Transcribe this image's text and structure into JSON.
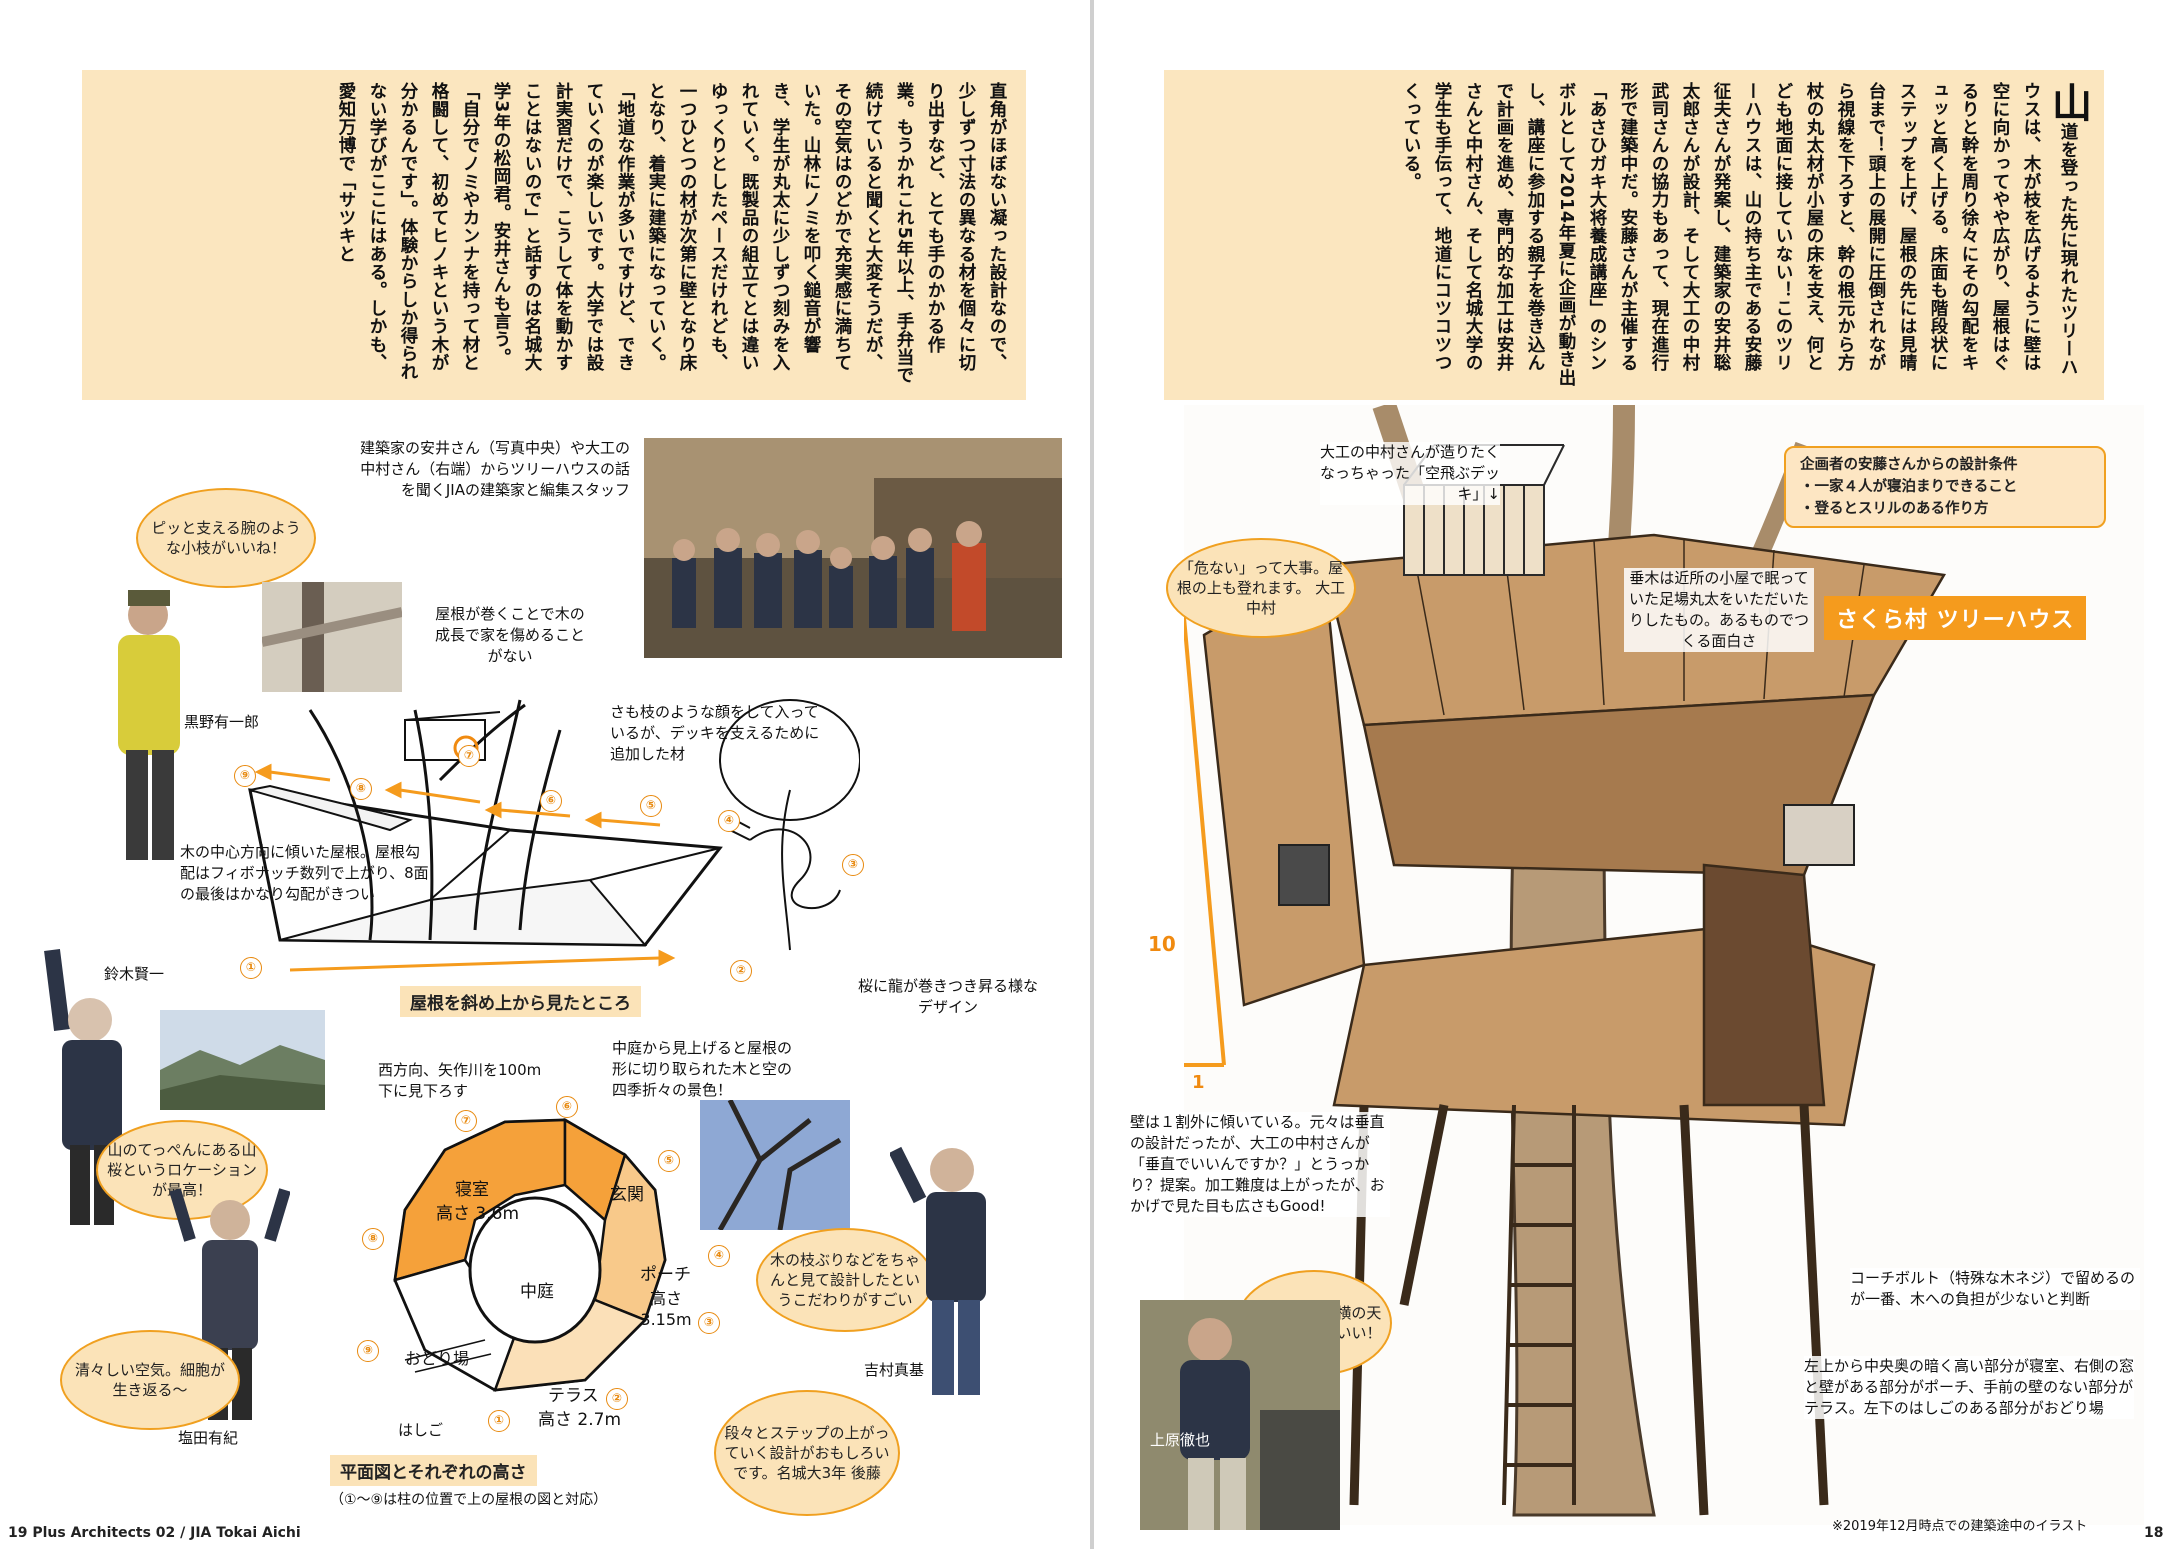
{
  "left_text": "直角がほぼない凝った設計なので、少しずつ寸法の異なる材を個々に切り出すなど、とても手のかかる作業。もうかれこれ5年以上、手弁当で続けていると聞くと大変そうだが、その空気はのどかで充実感に満ちていた。山林にノミを叩く鎚音が響き、学生が丸太に少しずつ刻みを入れていく。既製品の組立てとは違いゆっくりとしたペースだけれども、一つひとつの材が次第に壁となり床となり、着実に建築になっていく。「地道な作業が多いですけど、できていくのが楽しいです。大学では設計実習だけで、こうして体を動かすことはないので」と話すのは名城大学3年の松岡君。安井さんも言う。「自分でノミやカンナを持って材と格闘して、初めてヒノキという木が分かるんです」。体験からしか得られない学びがここにはある。しかも、愛知万博で「サツキと",
  "right_text_initial": "山",
  "right_text": "道を登った先に現れたツリーハウスは、木が枝を広げるように壁は空に向かってやや広がり、屋根はぐるりと幹を周り徐々にその勾配をキュッと高く上げる。床面も階段状にステップを上げ、屋根の先には見晴台まで！頭上の展開に圧倒されながら視線を下ろすと、幹の根元から方杖の丸太材が小屋の床を支え、何とども地面に接していない！このツリーハウスは、山の持ち主である安藤征夫さんが発案し、建築家の安井聡太郎さんが設計、そして大工の中村武司さんの協力もあって、現在進行形で建築中だ。安藤さんが主催する「あさひガキ大将養成講座」のシンボルとして2014年夏に企画が動き出し、講座に参加する親子を巻き込んで計画を進め、専門的な加工は安井さんと中村さん、そして名城大学の学生も手伝って、地道にコツコツつくっている。",
  "left": {
    "photo_caption": "建築家の安井さん（写真中央）や大工の中村さん（右端）からツリーハウスの話を聞くJIAの建築家と編集スタッフ",
    "bubble_kuro": "ピッと支える腕のような小枝がいいね！",
    "name_kuro": "黒野有一郎",
    "note_roof_wrap": "屋根が巻くことで木の成長で家を傷めることがない",
    "note_branch": "さも枝のような顔をして入っているが、デッキを支えるために追加した材",
    "note_roof_slope": "木の中心方向に傾いた屋根。屋根勾配はフィボナッチ数列で上がり、8面の最後はかなり勾配がきつい",
    "roof_title": "屋根を斜め上から見たところ",
    "dragon_caption": "桜に龍が巻きつき昇る様なデザイン",
    "name_suzuki": "鈴木賢一",
    "bubble_suzuki": "山のてっぺんにある山桜というロケーションが最高！",
    "note_west": "西方向、矢作川を100m 下に見下ろす",
    "note_courtyard": "中庭から見上げると屋根の形に切り取られた木と空の四季折々の景色！",
    "room_bedroom": "寝室",
    "room_bedroom_h": "高さ 3.6m",
    "room_entrance": "玄関",
    "room_courtyard": "中庭",
    "room_porch": "ポーチ",
    "room_porch_h": "高さ\n3.15m",
    "room_dance": "おどり場",
    "room_ladder": "はしご",
    "room_terrace": "テラス",
    "room_terrace_h": "高さ 2.7m",
    "plan_title": "平面図とそれぞれの高さ",
    "plan_note": "（①〜⑨は柱の位置で上の屋根の図と対応）",
    "bubble_yoshimura": "木の枝ぶりなどをちゃんと見て設計したというこだわりがすごい",
    "name_yoshimura": "吉村真基",
    "bubble_shioda": "清々しい空気。細胞が生き返る〜",
    "name_shioda": "塩田有紀",
    "bubble_goto": "段々とステップの上がっていく設計がおもしろいです。名城大3年 後藤",
    "footer": "19  Plus Architects 02 / JIA Tokai Aichi"
  },
  "right": {
    "note_nakamura_deck": "大工の中村さんが造りたくなっちゃった「空飛ぶデッキ」↓",
    "cond_title": "企画者の安藤さんからの設計条件",
    "cond_1": "・一家４人が寝泊まりできること",
    "cond_2": "・登るとスリルのある作り方",
    "bubble_nakamura": "「危ない」って大事。屋根の上も登れます。 大工　中村",
    "note_timber": "垂木は近所の小屋で眠っていた足場丸太をいただいたりしたもの。あるものでつくる面白さ",
    "heading": "さくら村 ツリーハウス",
    "slope_10": "10",
    "slope_1": "1",
    "note_wall": "壁は１割外に傾いている。元々は垂直の設計だったが、大工の中村さんが「垂直でいいんですか？」とうっかり？提案。加工難度は上がったが、おかげで見た目も広さもGood!",
    "note_bolt": "コーチボルト（特殊な木ネジ）で留めるのが一番、木への負担が少ないと判断",
    "note_rooms": "左上から中央奥の暗く高い部分が寝室、右側の窓と壁がある部分がポーチ、手前の壁のない部分がテラス。左下のはしごのある部分がおどり場",
    "bubble_uehara": "ツリーハウス横の天然のかまどがいい！",
    "name_uehara": "上原徹也",
    "date_note": "※2019年12月時点での建築途中のイラスト",
    "page_num": "18"
  },
  "roof_nums": [
    "①",
    "②",
    "③",
    "④",
    "⑤",
    "⑥",
    "⑦",
    "⑧",
    "⑨"
  ]
}
